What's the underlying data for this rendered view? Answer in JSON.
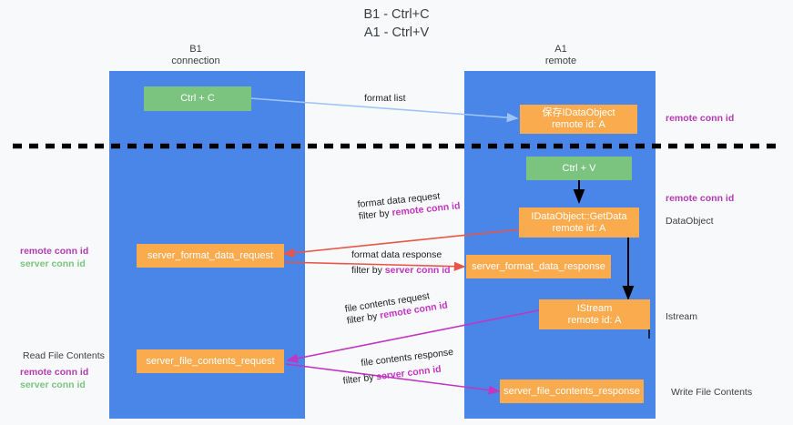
{
  "title": {
    "line1": "B1 - Ctrl+C",
    "line2": "A1 - Ctrl+V"
  },
  "columns": [
    {
      "name": "B1",
      "sub": "connection"
    },
    {
      "name": "A1",
      "sub": "remote"
    }
  ],
  "nodes": {
    "ctrl_c": {
      "label": "Ctrl + C"
    },
    "ctrl_v": {
      "label": "Ctrl + V"
    },
    "idataobject_remote": {
      "line1": "保存IDataObject",
      "line2": "remote id: A"
    },
    "idataobject_getdata": {
      "line1": "IDataObject::GetData",
      "line2": "remote id: A"
    },
    "istream": {
      "line1": "IStream",
      "line2": "remote id: A"
    },
    "server_format_data_request": {
      "label": "server_format_data_request"
    },
    "server_format_data_response": {
      "label": "server_format_data_response"
    },
    "server_file_contents_request": {
      "label": "server_file_contents_request"
    },
    "server_file_contents_response": {
      "label": "server_file_contents_response"
    }
  },
  "edges": {
    "format_list": {
      "label": "format list"
    },
    "format_data_request": {
      "line1": "format data request",
      "line2_prefix": "filter by ",
      "line2_hl": "remote conn id"
    },
    "format_data_response": {
      "line1": "format data response",
      "line2_prefix": "filter by ",
      "line2_hl": "server conn id"
    },
    "file_contents_request": {
      "line1": "file contents request",
      "line2_prefix": "filter by ",
      "line2_hl": "remote conn id"
    },
    "file_contents_response": {
      "line1": "file contents response",
      "line2_prefix": "filter by ",
      "line2_hl": "server conn id"
    }
  },
  "annotations": {
    "right_remote_conn_id_top": "remote conn id",
    "right_remote_conn_id_mid": "remote conn id",
    "right_dataobject": "DataObject",
    "right_istream": "Istream",
    "right_write_file_contents": "Write File Contents",
    "left_remote_conn_id_mid": "remote conn id",
    "left_server_conn_id_mid": "server conn id",
    "left_read_file_contents": "Read File Contents",
    "left_remote_conn_id_bottom": "remote conn id",
    "left_server_conn_id_bottom": "server conn id"
  },
  "colors": {
    "lane": "#4a86e8",
    "green_node": "#7ac47f",
    "orange_node": "#f9ab4e",
    "highlight_purple": "#c135c1",
    "highlight_green": "#7ac47f",
    "arrow_blue": "#9fc5f8",
    "arrow_red": "#e8564a",
    "arrow_magenta": "#c135c1",
    "arrow_black": "#000000",
    "background": "#f8f9fa"
  }
}
